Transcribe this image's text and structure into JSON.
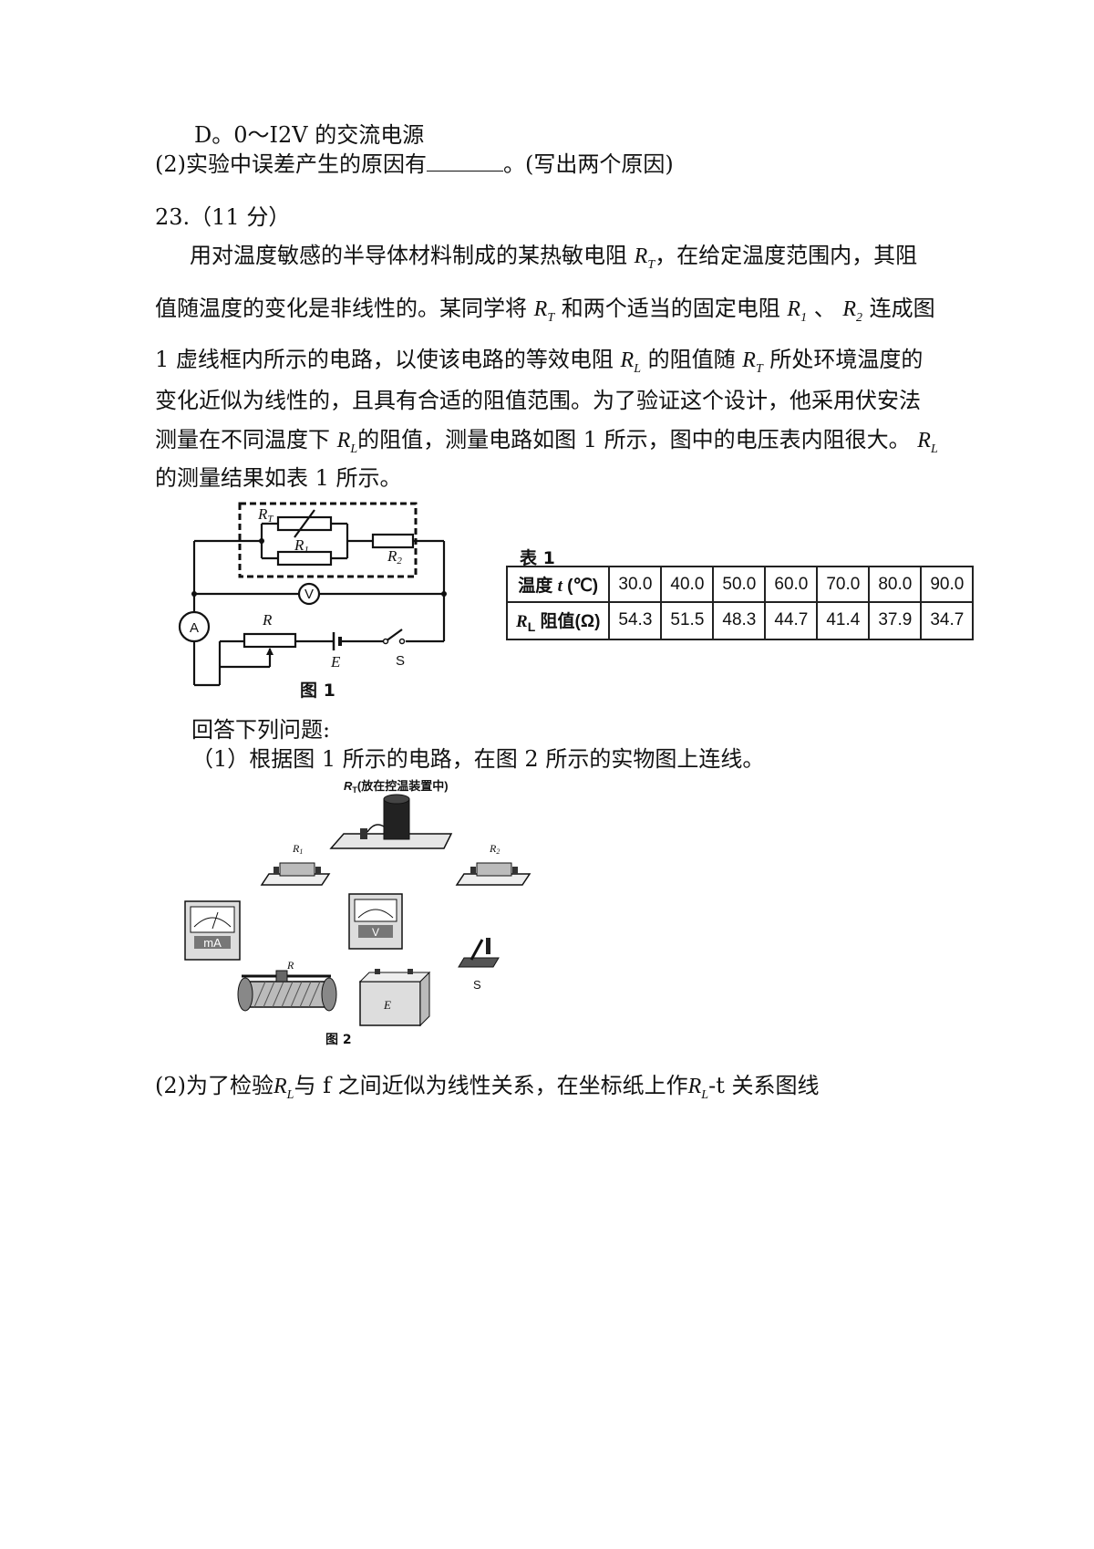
{
  "text": {
    "option_d": "D。0～I2V 的交流电源",
    "q2_prev_a": "(2)实验中误差产生的原因有",
    "q2_prev_b": "。(写出两个原因)",
    "q23_header": "23.（11 分）",
    "p1_a": "用对温度敏感的半导体材料制成的某热敏电阻",
    "p1_b": "，在给定温度范围内，其阻",
    "p2_a": "值随温度的变化是非线性的。某同学将",
    "p2_b": "和两个适当的固定电阻",
    "p2_c": "、",
    "p2_d": "连成图",
    "p3_a": "1 虚线框内所示的电路，以使该电路的等效电阻",
    "p3_b": "的阻值随",
    "p3_c": "所处环境温度的",
    "p4": "变化近似为线性的，且具有合适的阻值范围。为了验证这个设计，他采用伏安法",
    "p5_a": "测量在不同温度下",
    "p5_b": "的阻值，测量电路如图 1 所示，图中的电压表内阻很大。",
    "p6": "的测量结果如表 1 所示。",
    "answer_header": "回答下列问题:",
    "q1": "（1）根据图 1 所示的电路，在图 2 所示的实物图上连线。",
    "q2_a": "(2)为了检验",
    "q2_b": "与 f 之间近似为线性关系，在坐标纸上作",
    "q2_c": "-t 关系图线"
  },
  "symbols": {
    "R": "R",
    "T": "T",
    "L": "L",
    "one": "1",
    "two": "2"
  },
  "figure1": {
    "label": "图 1",
    "rt": "R",
    "rt_sub": "T",
    "r1": "R",
    "r1_sub": "1",
    "r2": "R",
    "r2_sub": "2",
    "ammeter": "A",
    "voltmeter": "V",
    "rheostat": "R",
    "battery": "E",
    "switch": "S"
  },
  "table1": {
    "title": "表 1",
    "row1_label_a": "温度 ",
    "row1_label_t": "t",
    "row1_label_b": " (℃)",
    "row2_label_r": "R",
    "row2_label_sub": "L",
    "row2_label_b": " 阻值(Ω)",
    "temperatures": [
      "30.0",
      "40.0",
      "50.0",
      "60.0",
      "70.0",
      "80.0",
      "90.0"
    ],
    "resistances": [
      "54.3",
      "51.5",
      "48.3",
      "44.7",
      "41.4",
      "37.9",
      "34.7"
    ]
  },
  "figure2": {
    "label": "图 2",
    "rt_caption": "R",
    "rt_caption_sub": "T",
    "rt_caption_b": "(放在控温装置中)",
    "r1": "R",
    "r1_sub": "1",
    "r2": "R",
    "r2_sub": "2",
    "milliammeter": "mA",
    "voltmeter": "V",
    "rheostat": "R",
    "battery": "E",
    "switch": "S"
  }
}
